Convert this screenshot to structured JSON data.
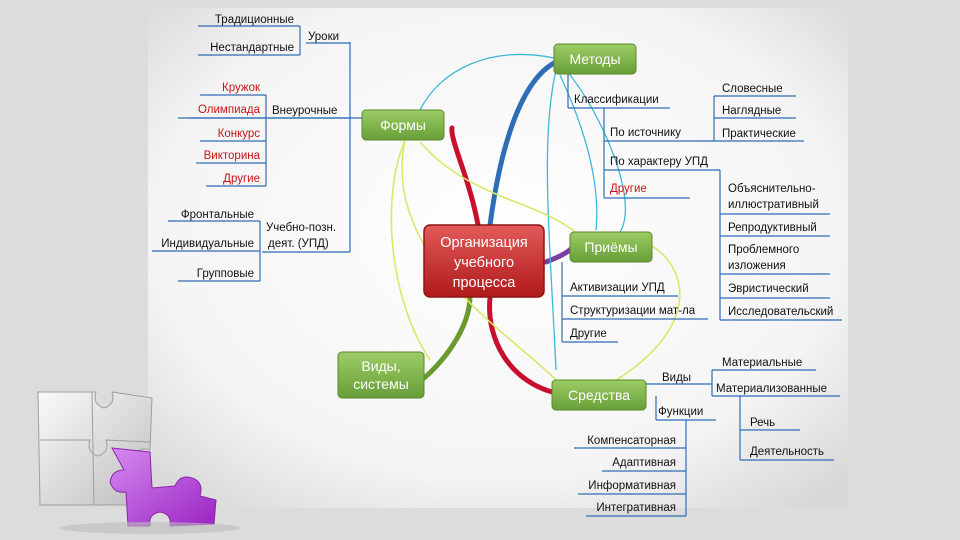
{
  "center": {
    "line1": "Организация",
    "line2": "учебного",
    "line3": "процесса"
  },
  "nodes": {
    "metody": "Методы",
    "formy": "Формы",
    "priemy": "Приёмы",
    "vidy_line1": "Виды,",
    "vidy_line2": "системы",
    "sredstva": "Средства"
  },
  "formy_branch": {
    "uroki": "Уроки",
    "uroki_children": [
      "Традиционные",
      "Нестандартные"
    ],
    "vneurochnye": "Внеурочные",
    "vneurochnye_children": [
      "Кружок",
      "Олимпиада",
      "Конкурс",
      "Викторина",
      "Другие"
    ],
    "uchebno_line1": "Учебно-позн.",
    "uchebno_line2": "деят. (УПД)",
    "uchebno_children": [
      "Фронтальные",
      "Индивидуальные",
      "Групповые"
    ]
  },
  "metody_branch": {
    "klassifikacii": "Классификации",
    "po_istochniku": "По источнику",
    "po_istochniku_children": [
      "Словесные",
      "Наглядные",
      "Практические"
    ],
    "po_harakteru": "По характеру УПД",
    "drugie": "Другие",
    "po_harakteru_children": [
      {
        "line1": "Объяснительно-",
        "line2": "иллюстративный"
      },
      {
        "line1": "Репродуктивный",
        "line2": ""
      },
      {
        "line1": "Проблемного",
        "line2": "изложения"
      },
      {
        "line1": "Эвристический",
        "line2": ""
      },
      {
        "line1": "Исследовательский",
        "line2": ""
      }
    ]
  },
  "priemy_branch": {
    "children": [
      "Активизации УПД",
      "Структуризации мат-ла",
      "Другие"
    ]
  },
  "sredstva_branch": {
    "vidy": "Виды",
    "vidy_children": [
      "Материальные",
      "Материализованные"
    ],
    "materializ_children": [
      "Речь",
      "Деятельность"
    ],
    "funkcii": "Функции",
    "funkcii_children": [
      "Компенсаторная",
      "Адаптивная",
      "Информативная",
      "Интегративная"
    ]
  },
  "colors": {
    "node_green": "#7cb342",
    "node_red": "#c62828",
    "line_blue": "#2f6db5",
    "link_red": "#c8102e",
    "link_green": "#6a9a2e",
    "link_purple": "#7b3fa0",
    "link_yellow": "#d8e86a",
    "link_cyan": "#3fb8d8",
    "label_red": "#c81414",
    "puzzle_purple": "#b13bd6"
  }
}
